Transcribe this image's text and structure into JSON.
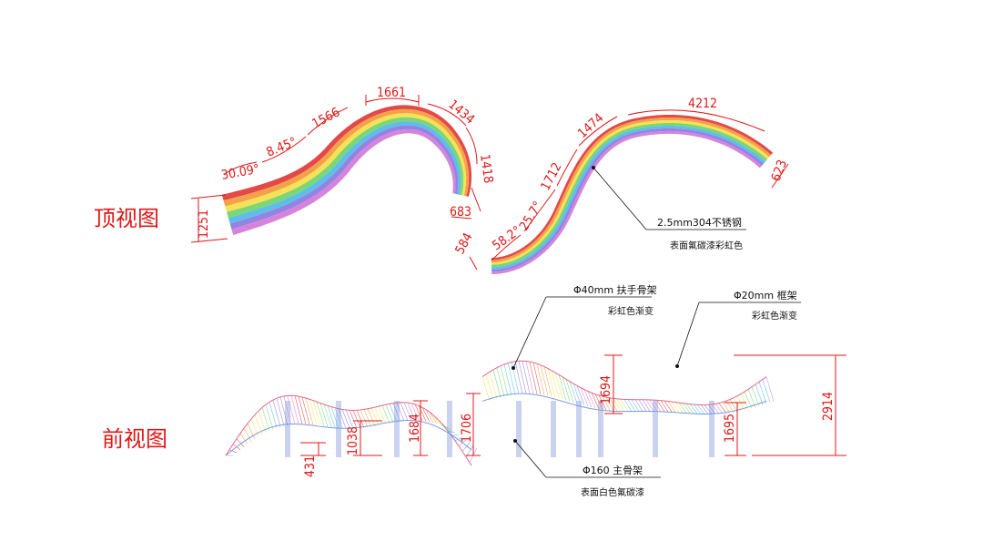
{
  "labels": {
    "top_view": "顶视图",
    "front_view": "前视图"
  },
  "top_dimensions": {
    "d1251": "1251",
    "d30_09": "30.09°",
    "d8_45": "8.45°",
    "d1566": "1566",
    "d1661": "1661",
    "d1434": "1434",
    "d1418": "1418",
    "d683": "683",
    "d584": "584",
    "d58_2": "58.2°",
    "d25_7": "25.7°",
    "d1712": "1712",
    "d1474": "1474",
    "d4212": "4212",
    "d623": "623"
  },
  "front_dimensions": {
    "d431": "431",
    "d1038": "1038",
    "d1684": "1684",
    "d1706": "1706",
    "d1694": "1694",
    "d1695": "1695",
    "d2914": "2914"
  },
  "notes": {
    "material_line1": "2.5mm304不锈钢",
    "material_line2": "表面氟碳漆彩虹色",
    "handrail_line1": "Φ40mm 扶手骨架",
    "handrail_line2": "彩虹色渐变",
    "frame_line1": "Φ20mm 框架",
    "frame_line2": "彩虹色渐变",
    "main_line1": "Φ160 主骨架",
    "main_line2": "表面白色氟碳漆"
  },
  "colors": {
    "dimension": "#e01818",
    "rainbow": [
      "#e23a3a",
      "#f39a3b",
      "#f5e04a",
      "#6fd36b",
      "#4fb8e8",
      "#8a7ae0",
      "#d27ad8"
    ],
    "column": "#c9d3f0"
  }
}
